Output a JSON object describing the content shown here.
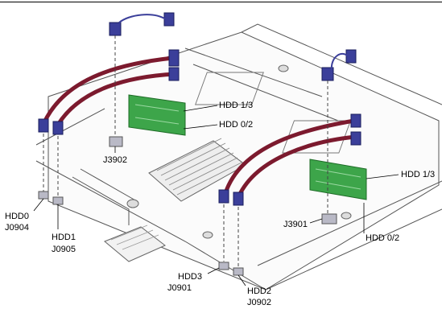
{
  "labels": {
    "hdd13_upper": "HDD 1/3",
    "hdd02_upper": "HDD 0/2",
    "j3902": "J3902",
    "hdd0": "HDD0",
    "j0904": "J0904",
    "hdd1": "HDD1",
    "j0905": "J0905",
    "hdd13_lower": "HDD 1/3",
    "j3901": "J3901",
    "hdd02_lower": "HDD 0/2",
    "hdd3": "HDD3",
    "j0901": "J0901",
    "hdd2": "HDD2",
    "j0902": "J0902"
  }
}
